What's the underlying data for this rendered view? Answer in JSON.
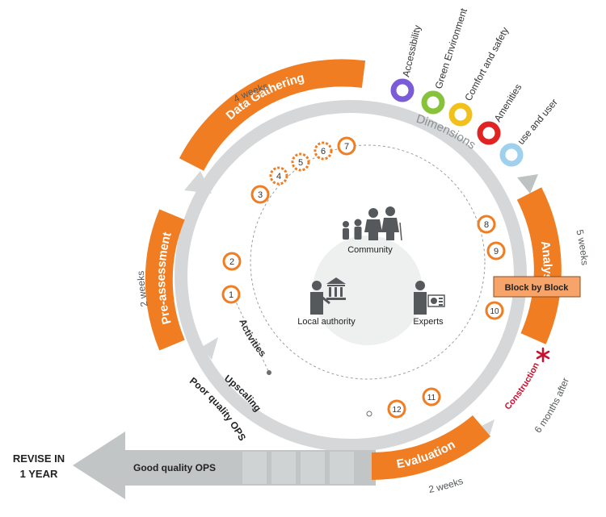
{
  "phases": {
    "data_gathering": {
      "label": "Data Gathering",
      "duration": "4 weeks"
    },
    "analysis": {
      "label": "Analysis",
      "duration": "5 weeks"
    },
    "evaluation": {
      "label": "Evaluation",
      "duration": "2 weeks"
    },
    "pre_assessment": {
      "label": "Pre-assessment",
      "duration": "2 weeks"
    }
  },
  "dimensions": {
    "label": "Dimensions",
    "items": [
      {
        "label": "Accessibility",
        "color": "#7b5cd6"
      },
      {
        "label": "Green Environment",
        "color": "#86c23a"
      },
      {
        "label": "Comfort and safety",
        "color": "#f2c01a"
      },
      {
        "label": "Amenities",
        "color": "#e02424"
      },
      {
        "label": "use and user",
        "color": "#9fd0ee"
      }
    ]
  },
  "block_by_block": "Block by Block",
  "construction": {
    "label": "Construction",
    "after": "6 months after"
  },
  "feedback": {
    "upscaling": "Upscaling",
    "poor_quality": "Poor quality OPS",
    "good_quality": "Good quality OPS"
  },
  "revise": {
    "line1": "REVISE IN",
    "line2": "1 YEAR"
  },
  "activities": {
    "label": "Activities",
    "numbers": [
      "1",
      "2",
      "3",
      "4",
      "5",
      "6",
      "7",
      "8",
      "9",
      "10",
      "11",
      "12"
    ]
  },
  "stakeholders": {
    "community": "Community",
    "local_authority": "Local authority",
    "experts": "Experts"
  },
  "colors": {
    "orange": "#f07d22",
    "grey": "#d5d7d8",
    "dark": "#55595c",
    "red": "#c8102e"
  }
}
